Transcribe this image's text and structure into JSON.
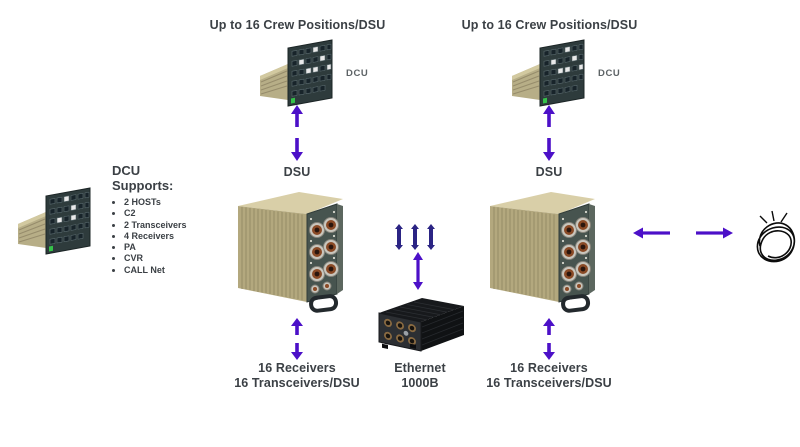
{
  "colors": {
    "purple": "#4c10c8",
    "navy": "#2b2484",
    "text": "#3b4045",
    "muted": "#5d6366"
  },
  "columns": [
    {
      "top_label": "Up to 16 Crew Positions/DSU",
      "dcu_tag": "DCU",
      "dsu_tag": "DSU",
      "bottom_line1": "16 Receivers",
      "bottom_line2": "16 Transceivers/DSU"
    },
    {
      "top_label": "Up to 16 Crew Positions/DSU",
      "dcu_tag": "DCU",
      "dsu_tag": "DSU",
      "bottom_line1": "16 Receivers",
      "bottom_line2": "16 Transceivers/DSU"
    }
  ],
  "dcu_supports": {
    "title": "DCU Supports:",
    "items": [
      "2 HOSTs",
      "C2",
      "2 Transceivers",
      "4 Receivers",
      "PA",
      "CVR",
      "CALL Net"
    ]
  },
  "ethernet": {
    "name": "Ethernet",
    "speed": "1000B"
  }
}
